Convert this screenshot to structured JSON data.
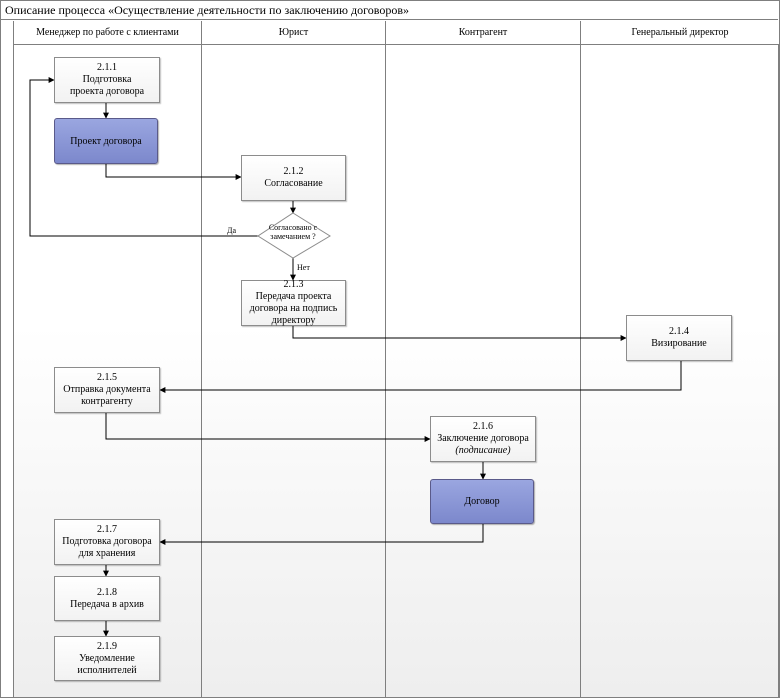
{
  "title": "Описание процесса «Осуществление деятельности по заключению договоров»",
  "lanes": [
    {
      "label": "Менеджер по работе с клиентами"
    },
    {
      "label": "Юрист"
    },
    {
      "label": "Контрагент"
    },
    {
      "label": "Генеральный директор"
    }
  ],
  "steps": {
    "s211": {
      "num": "2.1.1",
      "text": "Подготовка проекта договора"
    },
    "s212": {
      "num": "2.1.2",
      "text": "Согласование"
    },
    "s213": {
      "num": "2.1.3",
      "text": "Передача проекта договора на подпись директору"
    },
    "s214": {
      "num": "2.1.4",
      "text": "Визирование"
    },
    "s215": {
      "num": "2.1.5",
      "text": "Отправка документа контрагенту"
    },
    "s216": {
      "num": "2.1.6",
      "text": "Заключение договора",
      "note": "(подписание)"
    },
    "s217": {
      "num": "2.1.7",
      "text": "Подготовка договора для хранения"
    },
    "s218": {
      "num": "2.1.8",
      "text": "Передача в архив"
    },
    "s219": {
      "num": "2.1.9",
      "text": "Уведомление исполнителей"
    }
  },
  "documents": {
    "draft": "Проект договора",
    "contract": "Договор"
  },
  "decision": {
    "text": "Согласовано с замечанием ?",
    "yes": "Да",
    "no": "Нет"
  },
  "colors": {
    "document_fill": "#8c97d6",
    "lines": "#000000",
    "lane_border": "#7f7f7f"
  }
}
